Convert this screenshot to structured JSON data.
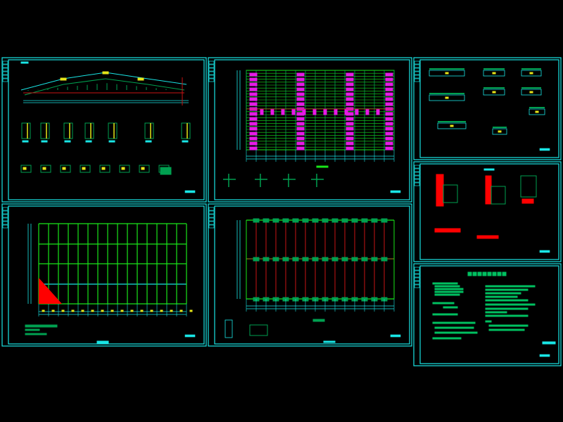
{
  "canvas": {
    "background": "#000000"
  },
  "colors": {
    "frame": "#19e6e6",
    "structure": "#19e619",
    "detail": "#00a050",
    "member_red": "#c81414",
    "fill_red": "#ff0000",
    "bracing": "#e619e6",
    "marker": "#e6e619",
    "text": "#00c060"
  },
  "sheets": [
    {
      "content": "roof-truss-elevation-and-details"
    },
    {
      "content": "roof-purlin-plan-and-details"
    },
    {
      "content": "column-layout-plan"
    },
    {
      "content": "wall-bracing-plan"
    },
    {
      "content": "connection-details"
    },
    {
      "content": "section-details"
    },
    {
      "content": "design-notes"
    }
  ]
}
